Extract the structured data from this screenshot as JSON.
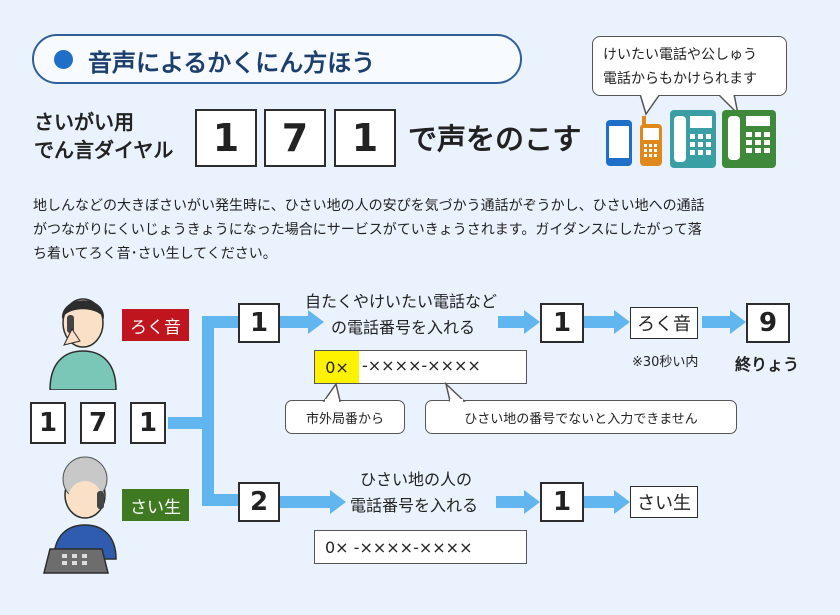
{
  "title": "音声によるかくにん方ほう",
  "phone_bubble": [
    "けいたい電話や公しゅう",
    "電話からもかけられます"
  ],
  "service_name": [
    "さいがい用",
    "でん言ダイヤル"
  ],
  "service_digits": [
    "1",
    "7",
    "1"
  ],
  "tagline": "で声をのこす",
  "description": [
    "地しんなどの大きぼさいがい発生時に、ひさい地の人の安ぴを気づかう通話がぞうかし、ひさい地への通話",
    "がつながりにくいじょうきょうになった場合にサービスがていきょうされます。ガイダンスにしたがって落",
    "ち着いてろく音･さい生してください。"
  ],
  "flow": {
    "dial_digits": [
      "1",
      "7",
      "1"
    ],
    "record": {
      "tag": "ろく音",
      "step1": "1",
      "instruction": [
        "自たくやけいたい電話など",
        "の電話番号を入れる"
      ],
      "step2": "1",
      "action": "ろく音",
      "end_key": "9",
      "time_note": "※30秒い内",
      "end_label": "終りょう",
      "number_prefix": "0×",
      "number_rest": "-××××-××××",
      "note_area": "市外局番から",
      "note_disaster": "ひさい地の番号でないと入力できません"
    },
    "playback": {
      "tag": "さい生",
      "step1": "2",
      "instruction": [
        "ひさい地の人の",
        "電話番号を入れる"
      ],
      "step2": "1",
      "action": "さい生",
      "number": "0× -××××-××××"
    }
  },
  "colors": {
    "background": "#eaf3fd",
    "title_dot": "#1f6fc9",
    "record_tag": "#c0141e",
    "playback_tag": "#3f7a22",
    "flow_line": "#62b6f0",
    "highlight": "#fff200"
  },
  "icons": [
    "smartphone-icon",
    "feature-phone-icon",
    "office-phone-icon",
    "payphone-icon",
    "man-on-phone-icon",
    "woman-on-phone-icon",
    "desk-phone-icon"
  ]
}
